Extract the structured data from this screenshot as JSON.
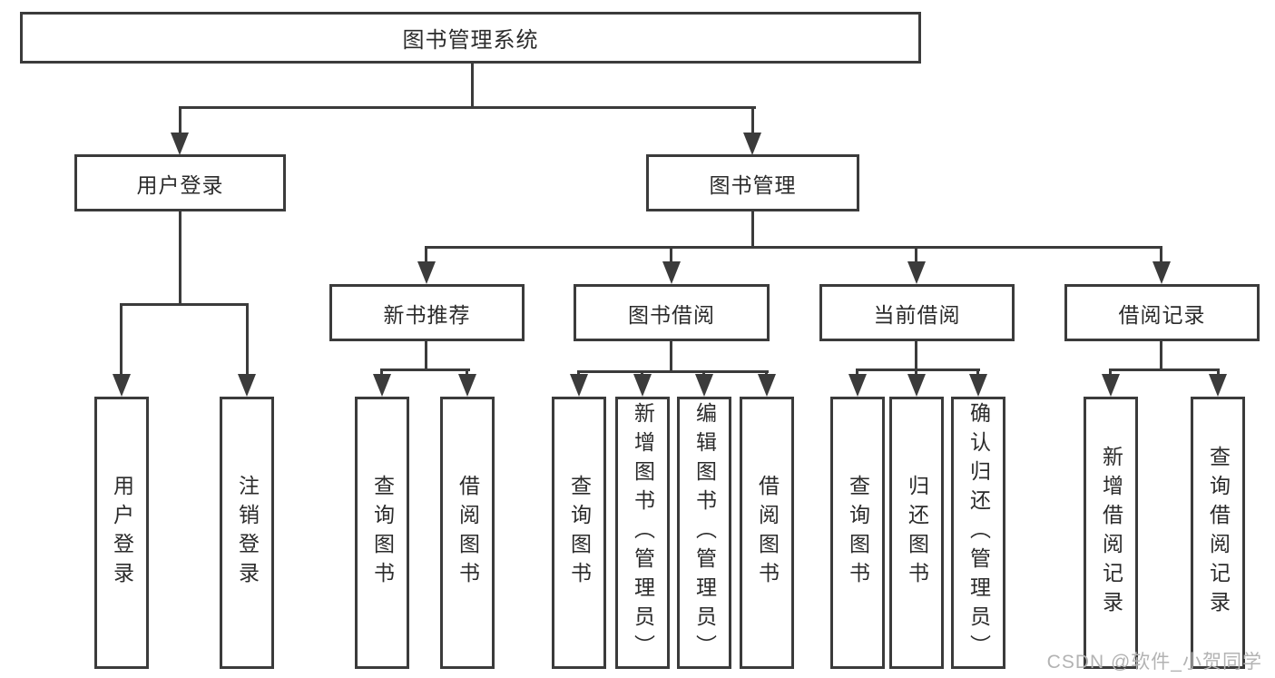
{
  "tree": {
    "root": {
      "label": "图书管理系统",
      "children": [
        {
          "label": "用户登录",
          "children": [
            {
              "label": "用户登录"
            },
            {
              "label": "注销登录"
            }
          ]
        },
        {
          "label": "图书管理",
          "children": [
            {
              "label": "新书推荐",
              "children": [
                {
                  "label": "查询图书"
                },
                {
                  "label": "借阅图书"
                }
              ]
            },
            {
              "label": "图书借阅",
              "children": [
                {
                  "label": "查询图书"
                },
                {
                  "label": "新增图书（管理员）"
                },
                {
                  "label": "编辑图书（管理员）"
                },
                {
                  "label": "借阅图书"
                }
              ]
            },
            {
              "label": "当前借阅",
              "children": [
                {
                  "label": "查询图书"
                },
                {
                  "label": "归还图书"
                },
                {
                  "label": "确认归还（管理员）"
                }
              ]
            },
            {
              "label": "借阅记录",
              "children": [
                {
                  "label": "新增借阅记录"
                },
                {
                  "label": "查询借阅记录"
                }
              ]
            }
          ]
        }
      ]
    }
  },
  "watermark": {
    "text": "CSDN @软件_小贺同学"
  },
  "colors": {
    "line": "#3b3b3b",
    "text": "#2b2b2b",
    "watermark": "#b3b3b3",
    "background": "#ffffff"
  }
}
